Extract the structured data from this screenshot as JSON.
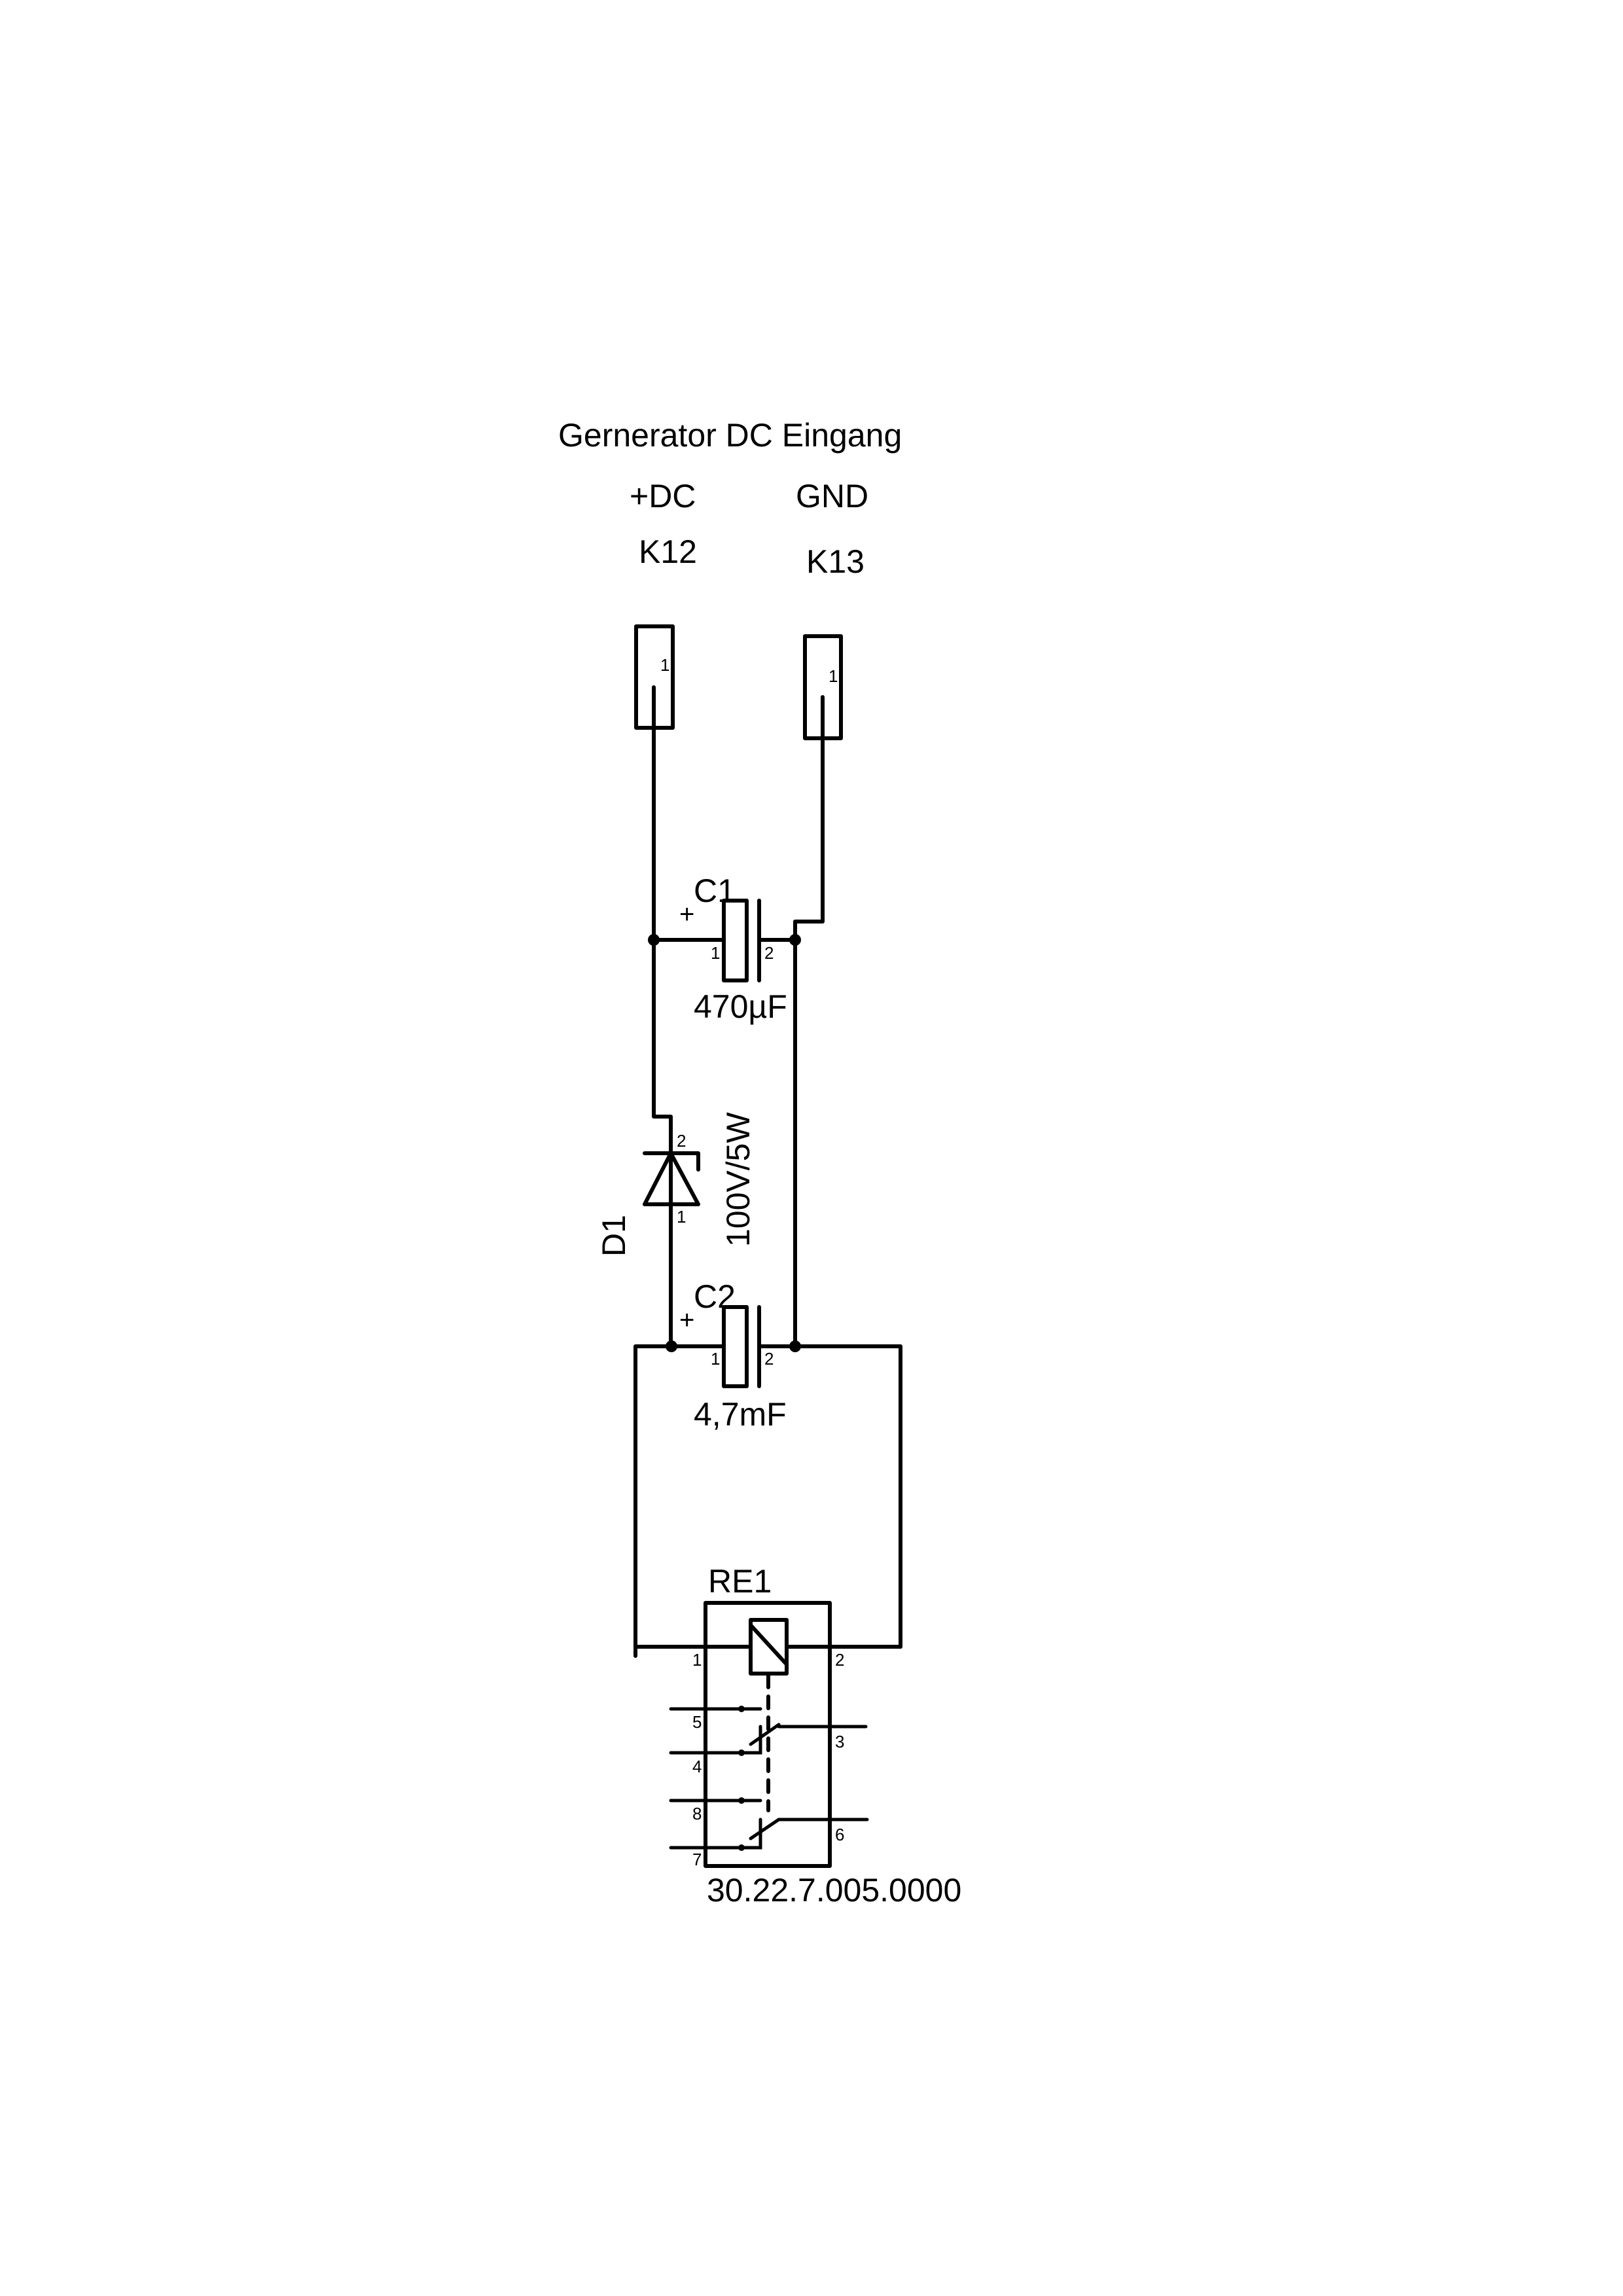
{
  "schematic": {
    "title": "Gernerator DC Eingang",
    "connectors": [
      {
        "ref": "K12",
        "net": "+DC",
        "pin": "1"
      },
      {
        "ref": "K13",
        "net": "GND",
        "pin": "1"
      }
    ],
    "capacitors": [
      {
        "ref": "C1",
        "value": "470µF",
        "polarity": "+",
        "pin1": "1",
        "pin2": "2"
      },
      {
        "ref": "C2",
        "value": "4,7mF",
        "polarity": "+",
        "pin1": "1",
        "pin2": "2"
      }
    ],
    "diode": {
      "ref": "D1",
      "value": "100V/5W",
      "pin_anode": "1",
      "pin_cathode": "2"
    },
    "relay": {
      "ref": "RE1",
      "part_number": "30.22.7.005.0000",
      "pins": {
        "coil_1": "1",
        "coil_2": "2",
        "p3": "3",
        "p4": "4",
        "p5": "5",
        "p6": "6",
        "p7": "7",
        "p8": "8"
      }
    },
    "color": "#000000"
  }
}
